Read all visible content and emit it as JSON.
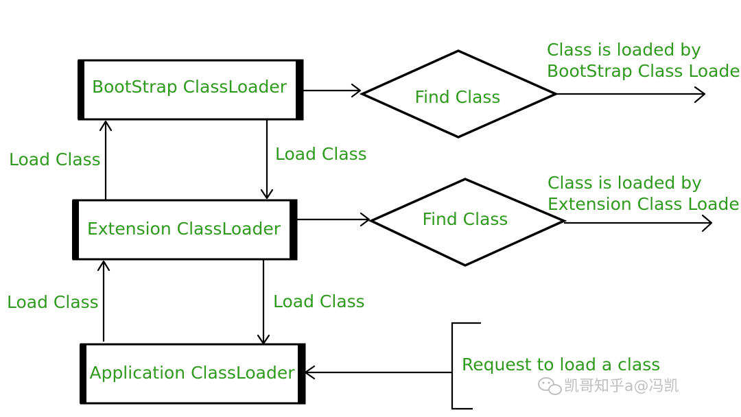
{
  "boxes": {
    "bootstrap": "BootStrap ClassLoader",
    "extension": "Extension ClassLoader",
    "application": "Application ClassLoader"
  },
  "diamonds": {
    "find1": "Find Class",
    "find2": "Find Class"
  },
  "edge_labels": {
    "ext_to_boot": "Load Class",
    "boot_to_ext": "Load Class",
    "app_to_ext": "Load Class",
    "ext_to_app": "Load Class"
  },
  "results": {
    "boot_line1": "Class is loaded by",
    "boot_line2": "BootStrap Class Loader",
    "ext_line1": "Class is loaded by",
    "ext_line2": "Extension Class Loader"
  },
  "request": "Request to load a class",
  "watermark": "凯哥知乎a@冯凯",
  "colors": {
    "label_green": "#2f9a1e",
    "stroke": "#000000",
    "background": "#ffffff"
  }
}
